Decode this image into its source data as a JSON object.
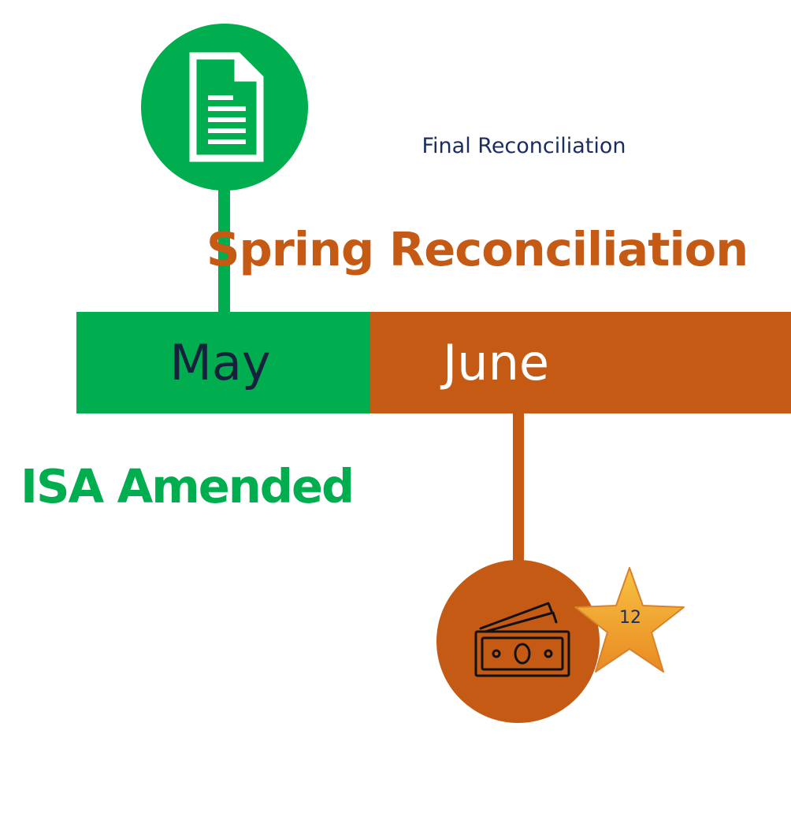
{
  "colors": {
    "green": "#00ad4f",
    "orange": "#c45a13",
    "navy": "#1a2e5e",
    "dark_text": "#16213e",
    "white": "#ffffff",
    "star_fill": "#f0a127",
    "star_stroke": "#d9822b"
  },
  "icons": {
    "document": "document-icon",
    "money": "money-bills-icon",
    "star": "star-icon"
  },
  "labels": {
    "final_reconciliation": "Final Reconciliation",
    "spring_reconciliation": "Spring Reconciliation",
    "isa_amended": "ISA Amended"
  },
  "timeline": {
    "months": [
      {
        "label": "May"
      },
      {
        "label": "June"
      }
    ]
  },
  "slide_number": "12"
}
